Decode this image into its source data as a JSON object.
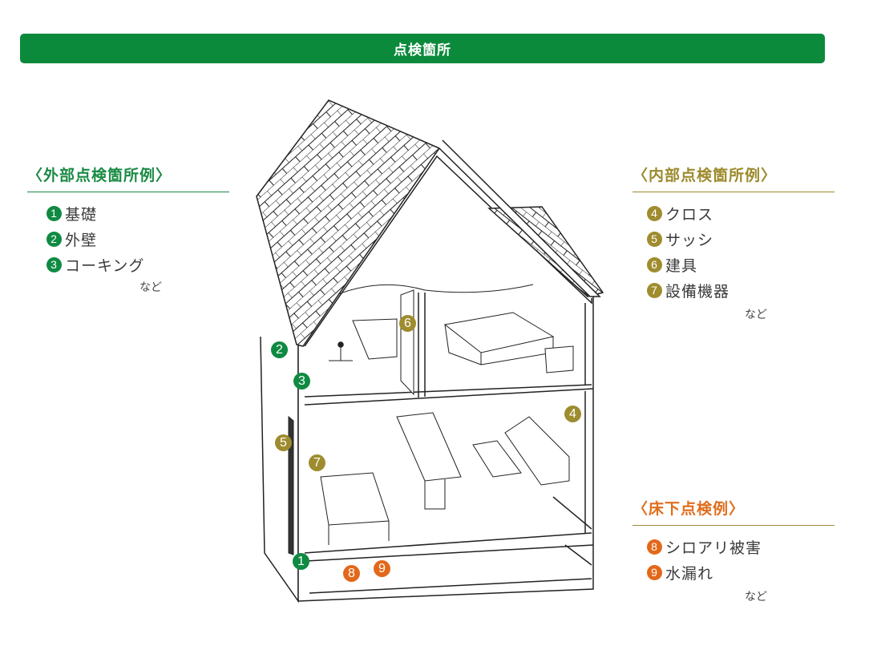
{
  "header": {
    "title": "点検箇所"
  },
  "colors": {
    "header_bg": "#0b8a3c",
    "exterior": "#0f8a42",
    "interior": "#9e8c2e",
    "underfloor": "#e2681a"
  },
  "exterior": {
    "title": "〈外部点検箇所例〉",
    "items": [
      {
        "num": "1",
        "label": "基礎"
      },
      {
        "num": "2",
        "label": "外壁"
      },
      {
        "num": "3",
        "label": "コーキング"
      }
    ],
    "etc": "など"
  },
  "interior": {
    "title": "〈内部点検箇所例〉",
    "items": [
      {
        "num": "4",
        "label": "クロス"
      },
      {
        "num": "5",
        "label": "サッシ"
      },
      {
        "num": "6",
        "label": "建具"
      },
      {
        "num": "7",
        "label": "設備機器"
      }
    ],
    "etc": "など"
  },
  "underfloor": {
    "title": "〈床下点検例〉",
    "items": [
      {
        "num": "8",
        "label": "シロアリ被害"
      },
      {
        "num": "9",
        "label": "水漏れ"
      }
    ],
    "etc": "など"
  },
  "diagram": {
    "markers": [
      {
        "num": "1",
        "group": "exterior"
      },
      {
        "num": "2",
        "group": "exterior"
      },
      {
        "num": "3",
        "group": "exterior"
      },
      {
        "num": "4",
        "group": "interior"
      },
      {
        "num": "5",
        "group": "interior"
      },
      {
        "num": "6",
        "group": "interior"
      },
      {
        "num": "7",
        "group": "interior"
      },
      {
        "num": "8",
        "group": "underfloor"
      },
      {
        "num": "9",
        "group": "underfloor"
      }
    ]
  }
}
